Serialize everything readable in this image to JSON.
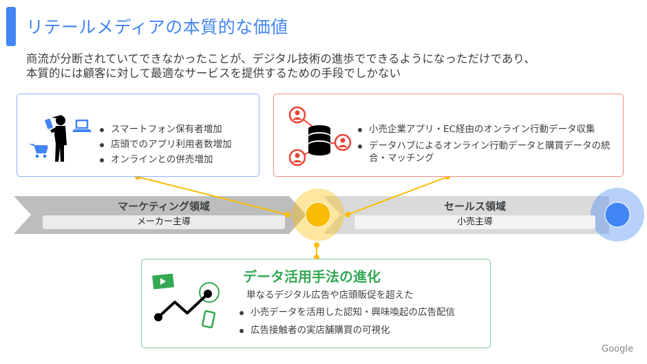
{
  "header": {
    "title": "リテールメディアの本質的な価値",
    "subtitle_line1": "商流が分断されていてできなかったことが、デジタル技術の進歩でできるようになっただけであり、",
    "subtitle_line2": "本質的には顧客に対して最適なサービスを提供するための手段でしかない"
  },
  "marketing_box": {
    "icon": "shopper-with-phone-cart-laptop-icon",
    "items": [
      "スマートフォン保有者増加",
      "店頭でのアプリ利用者数増加",
      "オンラインとの併売増加"
    ]
  },
  "sales_box": {
    "icon": "database-network-users-icon",
    "items": [
      "小売企業アプリ・EC経由のオンライン行動データ収集",
      "データハブによるオンライン行動データと購買データの統合・マッチング"
    ]
  },
  "band": {
    "marketing": {
      "label": "マーケティング領域",
      "sub": "メーカー主導"
    },
    "sales": {
      "label": "セールス領域",
      "sub": "小売主導"
    }
  },
  "evolution_box": {
    "icon": "growth-chart-media-icon",
    "title": "データ活用手法の進化",
    "lead": "単なるデジタル広告や店頭販促を超えた",
    "items": [
      "小売データを活用した認知・興味喚起の広告配信",
      "広告接触者の実店舗購買の可視化"
    ]
  },
  "footer": {
    "brand": "Google"
  },
  "colors": {
    "blue": "#4285f4",
    "red": "#ea4335",
    "yellow": "#fbbc04",
    "green": "#34a853",
    "gray_band": "#bdbdbd",
    "light_gray_band": "#dadada"
  }
}
